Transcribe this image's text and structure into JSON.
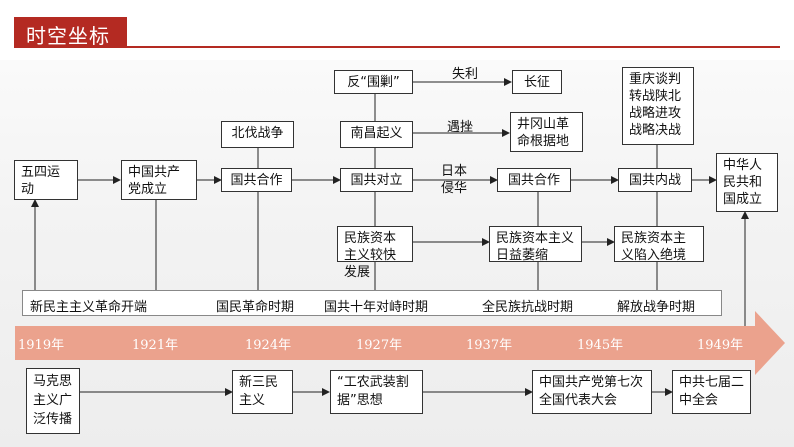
{
  "header": {
    "title": "时空坐标"
  },
  "years": [
    "1919年",
    "1921年",
    "1924年",
    "1927年",
    "1937年",
    "1945年",
    "1949年"
  ],
  "periods": [
    "新民主主义革命开端",
    "国民革命时期",
    "国共十年对峙时期",
    "全民族抗战时期",
    "解放战争时期"
  ],
  "top_boxes": {
    "wusi": "五四运动",
    "cpc_founding": "中国共产党成立",
    "coop1": "国共合作",
    "northern_exp": "北伐战争",
    "confront": "国共对立",
    "nanchang": "南昌起义",
    "anti_encircle": "反“围剿”",
    "long_march": "长征",
    "jinggang": "井冈山革命根据地",
    "coop2": "国共合作",
    "civil_war": "国共内战",
    "chongqing": "重庆谈判转战陕北战略进攻战略决战",
    "prc": "中华人民共和国成立"
  },
  "capital_boxes": [
    "民族资本主义较快发展",
    "民族资本主义日益萎缩",
    "民族资本主义陷入绝境"
  ],
  "arrow_labels": {
    "shili": "失利",
    "yucuo": "遇挫",
    "japan": "日本侵华"
  },
  "bottom_boxes": [
    "马克思主义广泛传播",
    "新三民主义",
    "“工农武装割据”思想",
    "中国共产党第七次全国代表大会",
    "中共七届二中全会"
  ],
  "colors": {
    "accent": "#b42a22",
    "timeline": "#eba28d"
  }
}
